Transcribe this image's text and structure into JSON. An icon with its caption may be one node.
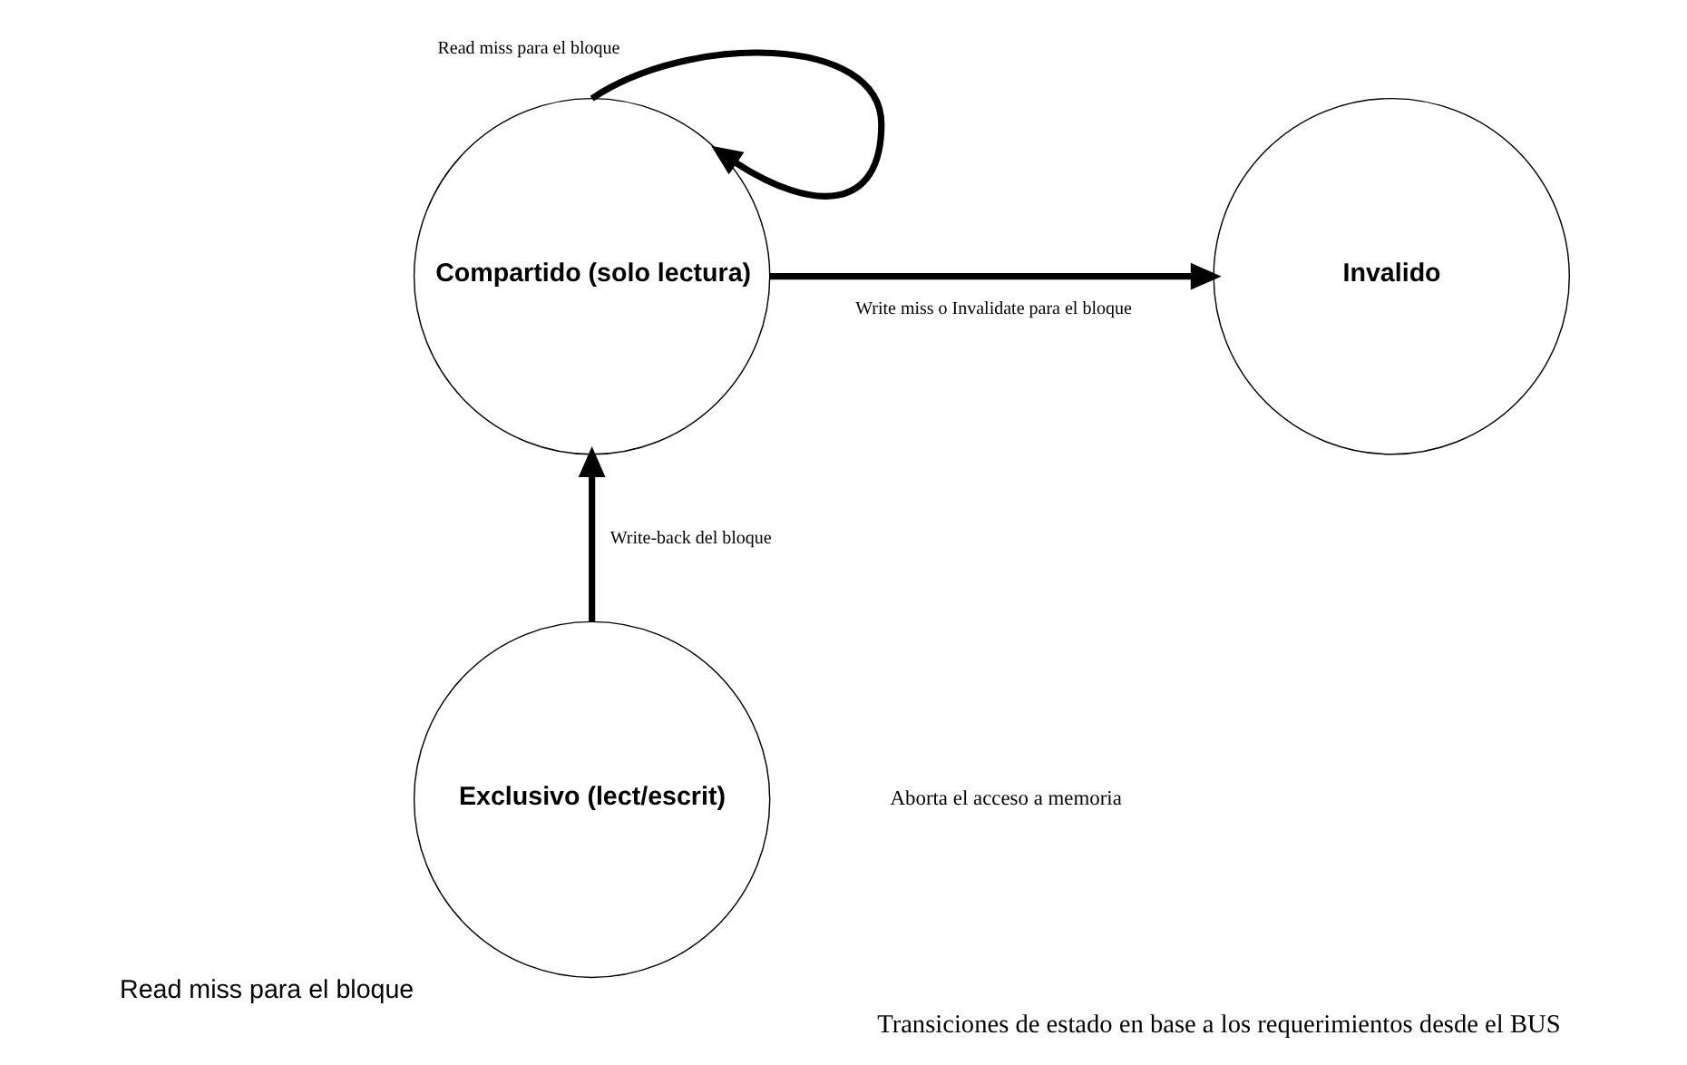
{
  "diagram": {
    "caption": "Transiciones de estado en base a los requerimientos desde el BUS",
    "nodes": [
      {
        "text": [
          "Invalido"
        ]
      },
      {
        "text": [
          "Compartido (solo lectura)"
        ]
      },
      {
        "text": [
          "Exclusivo (lect/escrit)"
        ],
        "beside": [
          "Read miss para el bloque"
        ]
      }
    ],
    "edges": [
      {
        "from": 1,
        "to": 0,
        "arrow": "to",
        "label": "Write miss o Invalidate para el bloque"
      },
      {
        "from": 1,
        "to": 1,
        "arrow": "to",
        "label": "Read miss para el bloque"
      },
      {
        "from": 2,
        "to": 1,
        "arrow": "to",
        "label": "Write-back del bloque"
      }
    ],
    "labels": [
      "Aborta el acceso a memoria"
    ]
  }
}
